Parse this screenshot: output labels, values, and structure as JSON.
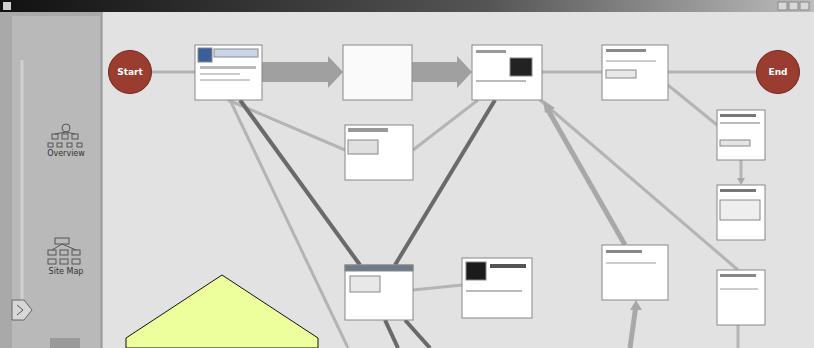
{
  "diagram": {
    "nodes": [
      {
        "text": [
          "Start"
        ]
      },
      {
        "text": [
          "End"
        ]
      }
    ],
    "labels": [
      "Overview",
      "Site Map"
    ]
  }
}
